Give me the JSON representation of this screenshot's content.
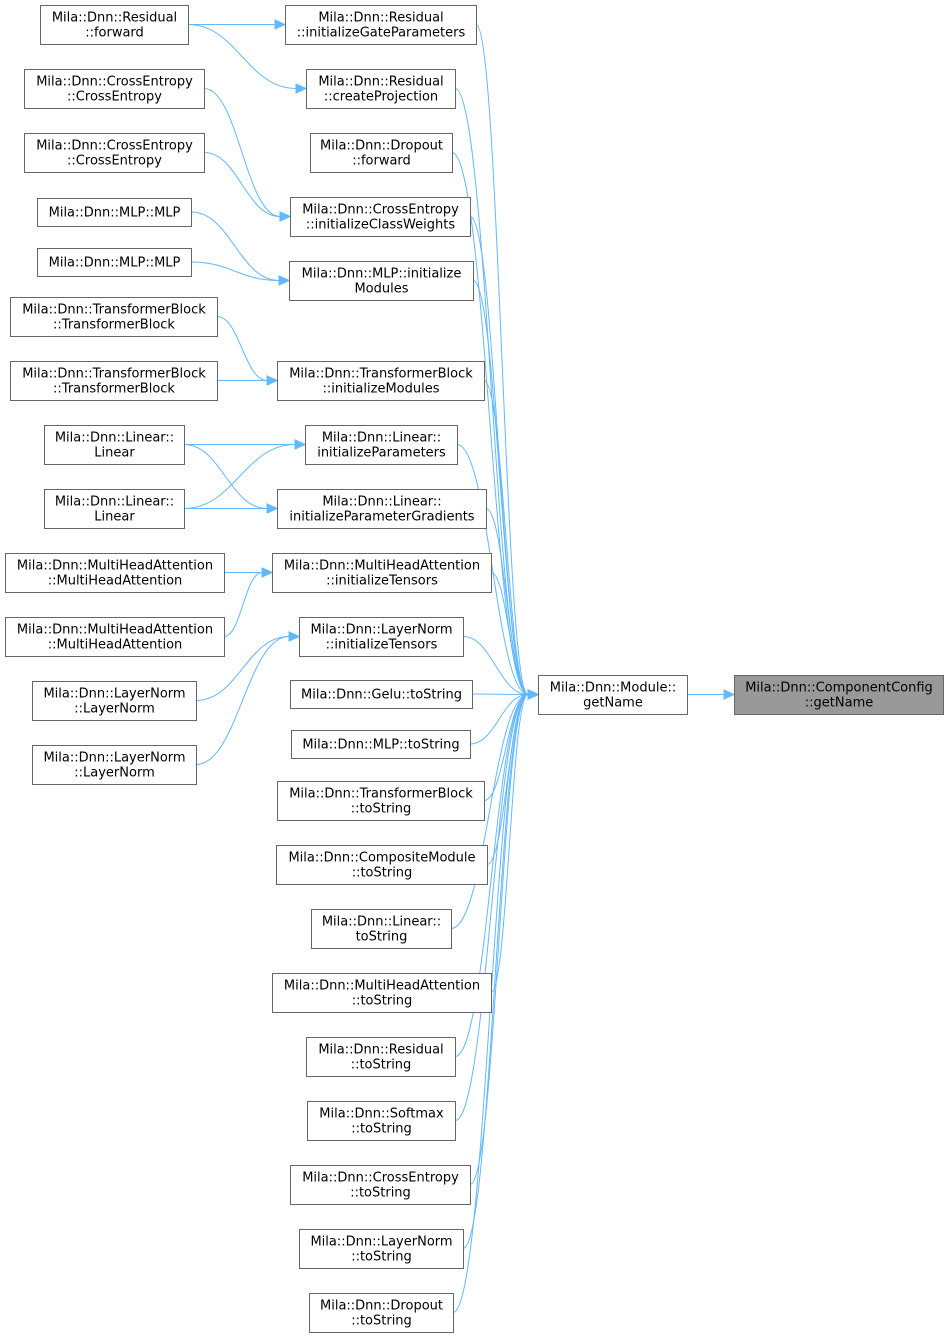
{
  "colors": {
    "edge": "#63b8ff",
    "node_border": "#666666",
    "highlight_fill": "#999999"
  },
  "nodes": [
    {
      "id": "n0",
      "lines": [
        "Mila::Dnn::ComponentConfig",
        "::getName"
      ],
      "highlight": true
    },
    {
      "id": "n1",
      "lines": [
        "Mila::Dnn::Module::",
        "getName"
      ]
    },
    {
      "id": "n2",
      "lines": [
        "Mila::Dnn::Residual",
        "::initializeGateParameters"
      ]
    },
    {
      "id": "n3",
      "lines": [
        "Mila::Dnn::Residual",
        "::createProjection"
      ]
    },
    {
      "id": "n4",
      "lines": [
        "Mila::Dnn::Dropout",
        "::forward"
      ]
    },
    {
      "id": "n5",
      "lines": [
        "Mila::Dnn::CrossEntropy",
        "::initializeClassWeights"
      ]
    },
    {
      "id": "n6",
      "lines": [
        "Mila::Dnn::MLP::initialize",
        "Modules"
      ]
    },
    {
      "id": "n7",
      "lines": [
        "Mila::Dnn::TransformerBlock",
        "::initializeModules"
      ]
    },
    {
      "id": "n8",
      "lines": [
        "Mila::Dnn::Linear::",
        "initializeParameters"
      ]
    },
    {
      "id": "n9",
      "lines": [
        "Mila::Dnn::Linear::",
        "initializeParameterGradients"
      ]
    },
    {
      "id": "n10",
      "lines": [
        "Mila::Dnn::MultiHeadAttention",
        "::initializeTensors"
      ]
    },
    {
      "id": "n11",
      "lines": [
        "Mila::Dnn::LayerNorm",
        "::initializeTensors"
      ]
    },
    {
      "id": "n12",
      "lines": [
        "Mila::Dnn::Gelu::toString"
      ]
    },
    {
      "id": "n13",
      "lines": [
        "Mila::Dnn::MLP::toString"
      ]
    },
    {
      "id": "n14",
      "lines": [
        "Mila::Dnn::TransformerBlock",
        "::toString"
      ]
    },
    {
      "id": "n15",
      "lines": [
        "Mila::Dnn::CompositeModule",
        "::toString"
      ]
    },
    {
      "id": "n16",
      "lines": [
        "Mila::Dnn::Linear::",
        "toString"
      ]
    },
    {
      "id": "n17",
      "lines": [
        "Mila::Dnn::MultiHeadAttention",
        "::toString"
      ]
    },
    {
      "id": "n18",
      "lines": [
        "Mila::Dnn::Residual",
        "::toString"
      ]
    },
    {
      "id": "n19",
      "lines": [
        "Mila::Dnn::Softmax",
        "::toString"
      ]
    },
    {
      "id": "n20",
      "lines": [
        "Mila::Dnn::CrossEntropy",
        "::toString"
      ]
    },
    {
      "id": "n21",
      "lines": [
        "Mila::Dnn::LayerNorm",
        "::toString"
      ]
    },
    {
      "id": "n22",
      "lines": [
        "Mila::Dnn::Dropout",
        "::toString"
      ]
    },
    {
      "id": "n23",
      "lines": [
        "Mila::Dnn::Residual",
        "::forward"
      ]
    },
    {
      "id": "n24",
      "lines": [
        "Mila::Dnn::CrossEntropy",
        "::CrossEntropy"
      ]
    },
    {
      "id": "n25",
      "lines": [
        "Mila::Dnn::CrossEntropy",
        "::CrossEntropy"
      ]
    },
    {
      "id": "n26",
      "lines": [
        "Mila::Dnn::MLP::MLP"
      ]
    },
    {
      "id": "n27",
      "lines": [
        "Mila::Dnn::MLP::MLP"
      ]
    },
    {
      "id": "n28",
      "lines": [
        "Mila::Dnn::TransformerBlock",
        "::TransformerBlock"
      ]
    },
    {
      "id": "n29",
      "lines": [
        "Mila::Dnn::TransformerBlock",
        "::TransformerBlock"
      ]
    },
    {
      "id": "n30",
      "lines": [
        "Mila::Dnn::Linear::",
        "Linear"
      ]
    },
    {
      "id": "n31",
      "lines": [
        "Mila::Dnn::Linear::",
        "Linear"
      ]
    },
    {
      "id": "n32",
      "lines": [
        "Mila::Dnn::MultiHeadAttention",
        "::MultiHeadAttention"
      ]
    },
    {
      "id": "n33",
      "lines": [
        "Mila::Dnn::MultiHeadAttention",
        "::MultiHeadAttention"
      ]
    },
    {
      "id": "n34",
      "lines": [
        "Mila::Dnn::LayerNorm",
        "::LayerNorm"
      ]
    },
    {
      "id": "n35",
      "lines": [
        "Mila::Dnn::LayerNorm",
        "::LayerNorm"
      ]
    }
  ],
  "edges": [
    {
      "from": "n1",
      "to": "n0"
    },
    {
      "from": "n2",
      "to": "n1"
    },
    {
      "from": "n3",
      "to": "n1"
    },
    {
      "from": "n4",
      "to": "n1"
    },
    {
      "from": "n5",
      "to": "n1"
    },
    {
      "from": "n6",
      "to": "n1"
    },
    {
      "from": "n7",
      "to": "n1"
    },
    {
      "from": "n8",
      "to": "n1"
    },
    {
      "from": "n9",
      "to": "n1"
    },
    {
      "from": "n10",
      "to": "n1"
    },
    {
      "from": "n11",
      "to": "n1"
    },
    {
      "from": "n12",
      "to": "n1"
    },
    {
      "from": "n13",
      "to": "n1"
    },
    {
      "from": "n14",
      "to": "n1"
    },
    {
      "from": "n15",
      "to": "n1"
    },
    {
      "from": "n16",
      "to": "n1"
    },
    {
      "from": "n17",
      "to": "n1"
    },
    {
      "from": "n18",
      "to": "n1"
    },
    {
      "from": "n19",
      "to": "n1"
    },
    {
      "from": "n20",
      "to": "n1"
    },
    {
      "from": "n21",
      "to": "n1"
    },
    {
      "from": "n22",
      "to": "n1"
    },
    {
      "from": "n23",
      "to": "n2"
    },
    {
      "from": "n23",
      "to": "n3"
    },
    {
      "from": "n24",
      "to": "n5"
    },
    {
      "from": "n25",
      "to": "n5"
    },
    {
      "from": "n26",
      "to": "n6"
    },
    {
      "from": "n27",
      "to": "n6"
    },
    {
      "from": "n28",
      "to": "n7"
    },
    {
      "from": "n29",
      "to": "n7"
    },
    {
      "from": "n30",
      "to": "n8"
    },
    {
      "from": "n31",
      "to": "n8"
    },
    {
      "from": "n30",
      "to": "n9"
    },
    {
      "from": "n31",
      "to": "n9"
    },
    {
      "from": "n32",
      "to": "n10"
    },
    {
      "from": "n33",
      "to": "n10"
    },
    {
      "from": "n34",
      "to": "n11"
    },
    {
      "from": "n35",
      "to": "n11"
    }
  ]
}
